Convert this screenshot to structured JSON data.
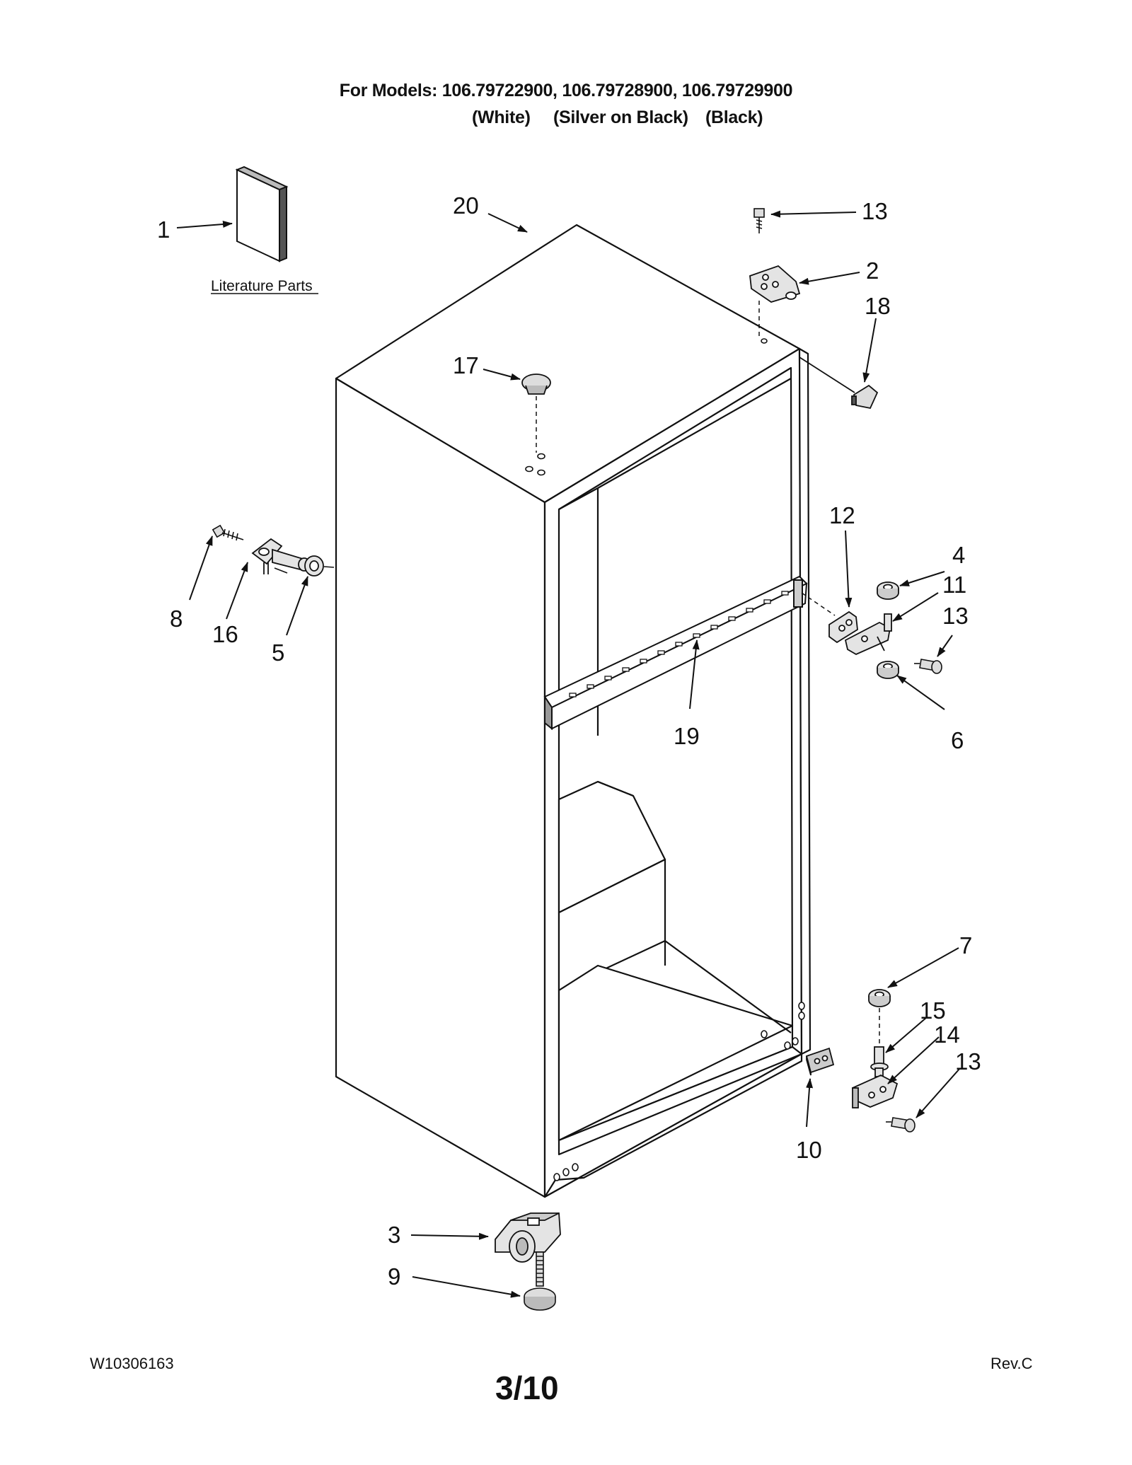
{
  "header": {
    "models_line": "For Models: 106.79722900, 106.79728900, 106.79729900",
    "colors": [
      "(White)",
      "(Silver on Black)",
      "(Black)"
    ]
  },
  "literature_label": "Literature Parts",
  "callouts": {
    "c1": "1",
    "c20": "20",
    "c13a": "13",
    "c2": "2",
    "c18": "18",
    "c17": "17",
    "c8": "8",
    "c16": "16",
    "c5": "5",
    "c12": "12",
    "c4": "4",
    "c11": "11",
    "c13b": "13",
    "c6": "6",
    "c19": "19",
    "c7": "7",
    "c15": "15",
    "c14": "14",
    "c13c": "13",
    "c10": "10",
    "c3": "3",
    "c9": "9"
  },
  "footer": {
    "doc_number": "W10306163",
    "page": "3/10",
    "revision": "Rev.C"
  },
  "colors": {
    "line": "#111111",
    "paper": "#ffffff",
    "part_fill": "#dcdcdc"
  }
}
